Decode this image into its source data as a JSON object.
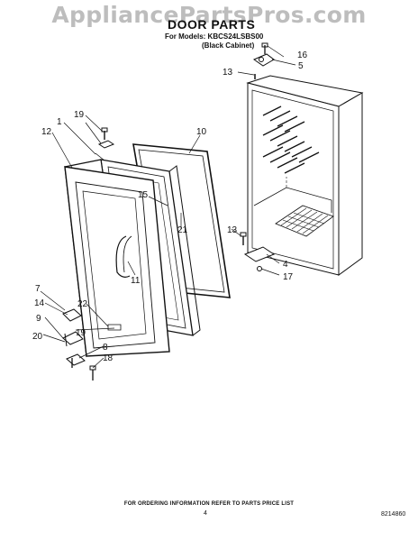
{
  "watermark": "AppliancePartsPros.com",
  "header": {
    "title": "DOOR PARTS",
    "models_line": "For Models: KBCS24LSBS00",
    "cabinet_line": "(Black Cabinet)"
  },
  "footer": {
    "ordering_note": "FOR ORDERING INFORMATION REFER TO PARTS PRICE LIST",
    "page_number": "4",
    "document_number": "8214860"
  },
  "callouts": {
    "c1": "1",
    "c4": "4",
    "c5": "5",
    "c7": "7",
    "c8": "8",
    "c9": "9",
    "c10": "10",
    "c11": "11",
    "c12": "12",
    "c13a": "13",
    "c13b": "13",
    "c14": "14",
    "c15": "15",
    "c16": "16",
    "c17": "17",
    "c18": "18",
    "c19a": "19",
    "c19b": "19",
    "c20": "20",
    "c21": "21",
    "c22": "22"
  }
}
